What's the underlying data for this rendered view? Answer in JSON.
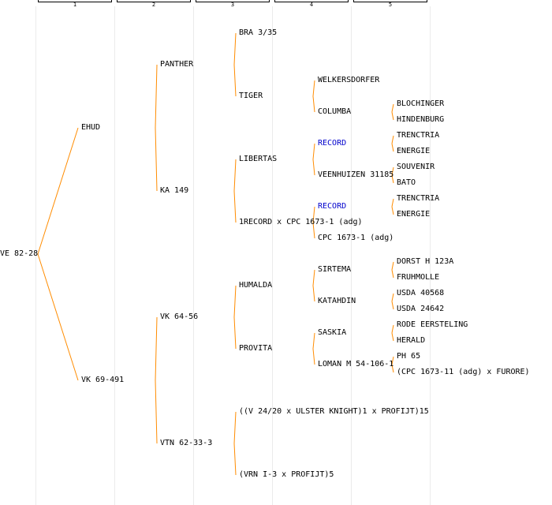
{
  "colors": {
    "line": "#ff8c00",
    "text": "#000000",
    "link": "#0000cc",
    "grid": "#ebebeb"
  },
  "generations": [
    "1",
    "2",
    "3",
    "4",
    "5"
  ],
  "nodes": [
    {
      "id": "root",
      "label": "VE 82-28",
      "gen": 0,
      "parent": null,
      "slot": 32
    },
    {
      "id": "g1a",
      "label": "EHUD",
      "gen": 1,
      "parent": "root",
      "slot": 16
    },
    {
      "id": "g1b",
      "label": "VK 69-491",
      "gen": 1,
      "parent": "root",
      "slot": 48
    },
    {
      "id": "g2a",
      "label": "PANTHER",
      "gen": 2,
      "parent": "g1a",
      "slot": 8
    },
    {
      "id": "g2b",
      "label": "KA 149",
      "gen": 2,
      "parent": "g1a",
      "slot": 24
    },
    {
      "id": "g2c",
      "label": "VK 64-56",
      "gen": 2,
      "parent": "g1b",
      "slot": 40
    },
    {
      "id": "g2d",
      "label": "VTN 62-33-3",
      "gen": 2,
      "parent": "g1b",
      "slot": 56
    },
    {
      "id": "g3a",
      "label": "BRA 3/35",
      "gen": 3,
      "parent": "g2a",
      "slot": 4
    },
    {
      "id": "g3b",
      "label": "TIGER",
      "gen": 3,
      "parent": "g2a",
      "slot": 12
    },
    {
      "id": "g3c",
      "label": "LIBERTAS",
      "gen": 3,
      "parent": "g2b",
      "slot": 20
    },
    {
      "id": "g3d",
      "label": "1RECORD x CPC 1673-1 (adg)",
      "gen": 3,
      "parent": "g2b",
      "slot": 28
    },
    {
      "id": "g3e",
      "label": "HUMALDA",
      "gen": 3,
      "parent": "g2c",
      "slot": 36
    },
    {
      "id": "g3f",
      "label": "PROVITA",
      "gen": 3,
      "parent": "g2c",
      "slot": 44
    },
    {
      "id": "g3g",
      "label": "((V 24/20 x ULSTER KNIGHT)1 x PROFIJT)15",
      "gen": 3,
      "parent": "g2d",
      "slot": 52
    },
    {
      "id": "g3h",
      "label": "(VRN I-3 x PROFIJT)5",
      "gen": 3,
      "parent": "g2d",
      "slot": 60
    },
    {
      "id": "g4a",
      "label": "WELKERSDORFER",
      "gen": 4,
      "parent": "g3b",
      "slot": 10
    },
    {
      "id": "g4b",
      "label": "COLUMBA",
      "gen": 4,
      "parent": "g3b",
      "slot": 14
    },
    {
      "id": "g4c",
      "label": "RECORD",
      "gen": 4,
      "parent": "g3c",
      "slot": 18,
      "link": true
    },
    {
      "id": "g4d",
      "label": "VEENHUIZEN 31185",
      "gen": 4,
      "parent": "g3c",
      "slot": 22
    },
    {
      "id": "g4e",
      "label": "RECORD",
      "gen": 4,
      "parent": "g3d",
      "slot": 26,
      "link": true
    },
    {
      "id": "g4f",
      "label": "CPC 1673-1 (adg)",
      "gen": 4,
      "parent": "g3d",
      "slot": 30
    },
    {
      "id": "g4g",
      "label": "SIRTEMA",
      "gen": 4,
      "parent": "g3e",
      "slot": 34
    },
    {
      "id": "g4h",
      "label": "KATAHDIN",
      "gen": 4,
      "parent": "g3e",
      "slot": 38
    },
    {
      "id": "g4i",
      "label": "SASKIA",
      "gen": 4,
      "parent": "g3f",
      "slot": 42
    },
    {
      "id": "g4j",
      "label": "LOMAN M 54-106-1",
      "gen": 4,
      "parent": "g3f",
      "slot": 46
    },
    {
      "id": "g5a",
      "label": "BLOCHINGER",
      "gen": 5,
      "parent": "g4b",
      "slot": 13
    },
    {
      "id": "g5b",
      "label": "HINDENBURG",
      "gen": 5,
      "parent": "g4b",
      "slot": 15
    },
    {
      "id": "g5c",
      "label": "TRENCTRIA",
      "gen": 5,
      "parent": "g4c",
      "slot": 17
    },
    {
      "id": "g5d",
      "label": "ENERGIE",
      "gen": 5,
      "parent": "g4c",
      "slot": 19
    },
    {
      "id": "g5e",
      "label": "SOUVENIR",
      "gen": 5,
      "parent": "g4d",
      "slot": 21
    },
    {
      "id": "g5f",
      "label": "BATO",
      "gen": 5,
      "parent": "g4d",
      "slot": 23
    },
    {
      "id": "g5g",
      "label": "TRENCTRIA",
      "gen": 5,
      "parent": "g4e",
      "slot": 25
    },
    {
      "id": "g5h",
      "label": "ENERGIE",
      "gen": 5,
      "parent": "g4e",
      "slot": 27
    },
    {
      "id": "g5i",
      "label": "DORST H 123A",
      "gen": 5,
      "parent": "g4g",
      "slot": 33
    },
    {
      "id": "g5j",
      "label": "FRUHMOLLE",
      "gen": 5,
      "parent": "g4g",
      "slot": 35
    },
    {
      "id": "g5k",
      "label": "USDA 40568",
      "gen": 5,
      "parent": "g4h",
      "slot": 37
    },
    {
      "id": "g5l",
      "label": "USDA 24642",
      "gen": 5,
      "parent": "g4h",
      "slot": 39
    },
    {
      "id": "g5m",
      "label": "RODE EERSTELING",
      "gen": 5,
      "parent": "g4i",
      "slot": 41
    },
    {
      "id": "g5n",
      "label": "HERALD",
      "gen": 5,
      "parent": "g4i",
      "slot": 43
    },
    {
      "id": "g5o",
      "label": "PH 65",
      "gen": 5,
      "parent": "g4j",
      "slot": 45
    },
    {
      "id": "g5p",
      "label": "(CPC 1673-11 (adg) x FURORE)",
      "gen": 5,
      "parent": "g4j",
      "slot": 47
    }
  ]
}
